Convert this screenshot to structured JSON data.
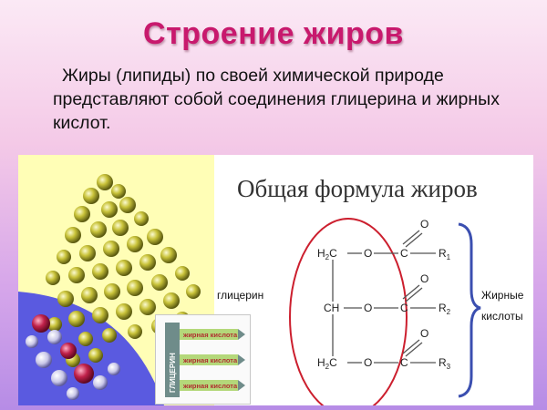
{
  "slide": {
    "title": "Строение жиров",
    "intro_text": "Жиры (липиды) по своей химической природе представляют собой соединения глицерина и жирных кислот.",
    "formula_title": "Общая формула жиров",
    "label_glycerol": "глицерин",
    "label_fatty_acids_line1": "Жирные",
    "label_fatty_acids_line2": "кислоты",
    "legend": {
      "glycerol": "ГЛИЦЕРИН",
      "fatty_acid": "жирная кислота"
    },
    "formula_atoms": {
      "h2c": "H",
      "sub2": "2",
      "c": "C",
      "ch": "CH",
      "o": "O",
      "r": "R",
      "r1": "1",
      "r2": "2",
      "r3": "3"
    }
  },
  "colors": {
    "title": "#c8196d",
    "ellipse": "#cc1f2e",
    "brace": "#3b4fb0",
    "molecule": "#b4b21a",
    "legend_green": "#b4d87a",
    "legend_gray": "#6f8c8a"
  }
}
